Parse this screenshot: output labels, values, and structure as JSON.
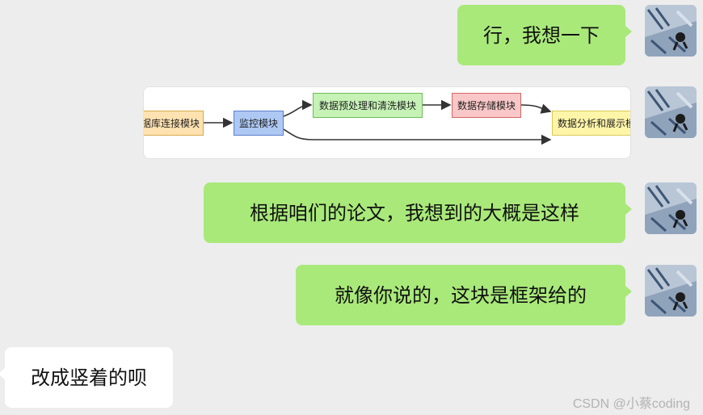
{
  "chat": {
    "messages": [
      {
        "sender": "self",
        "type": "text",
        "text": "行，我想一下"
      },
      {
        "sender": "self",
        "type": "image",
        "diagram": {
          "nodes": [
            "据库连接模块",
            "监控模块",
            "数据预处理和清洗模块",
            "数据存储模块",
            "数据分析和展示模块"
          ],
          "colors": {
            "db": "#ffe2b0",
            "monitor": "#aec8f4",
            "preprocess": "#c6f2b6",
            "storage": "#f9c7c7",
            "analysis": "#fff5a8"
          }
        }
      },
      {
        "sender": "self",
        "type": "text",
        "text": "根据咱们的论文，我想到的大概是这样"
      },
      {
        "sender": "self",
        "type": "text",
        "text": "就像你说的，这块是框架给的"
      },
      {
        "sender": "other",
        "type": "text",
        "text": "改成竖着的呗"
      }
    ]
  },
  "watermark": "CSDN @小蔡coding",
  "colors": {
    "self_bubble": "#a9e97a",
    "other_bubble": "#ffffff",
    "background": "#ededed"
  }
}
